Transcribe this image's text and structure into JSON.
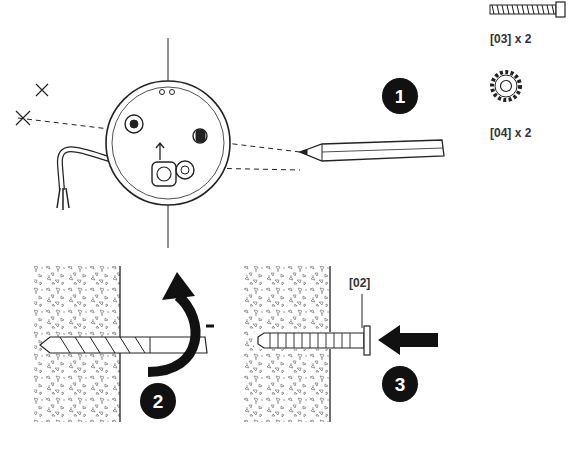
{
  "diagram": {
    "nodes": [
      {
        "text": [
          "1"
        ]
      },
      {
        "text": [
          "2"
        ]
      },
      {
        "text": [
          "3"
        ]
      }
    ],
    "labels": [
      "[03] x 2",
      "[04] x 2",
      "[02]"
    ]
  }
}
